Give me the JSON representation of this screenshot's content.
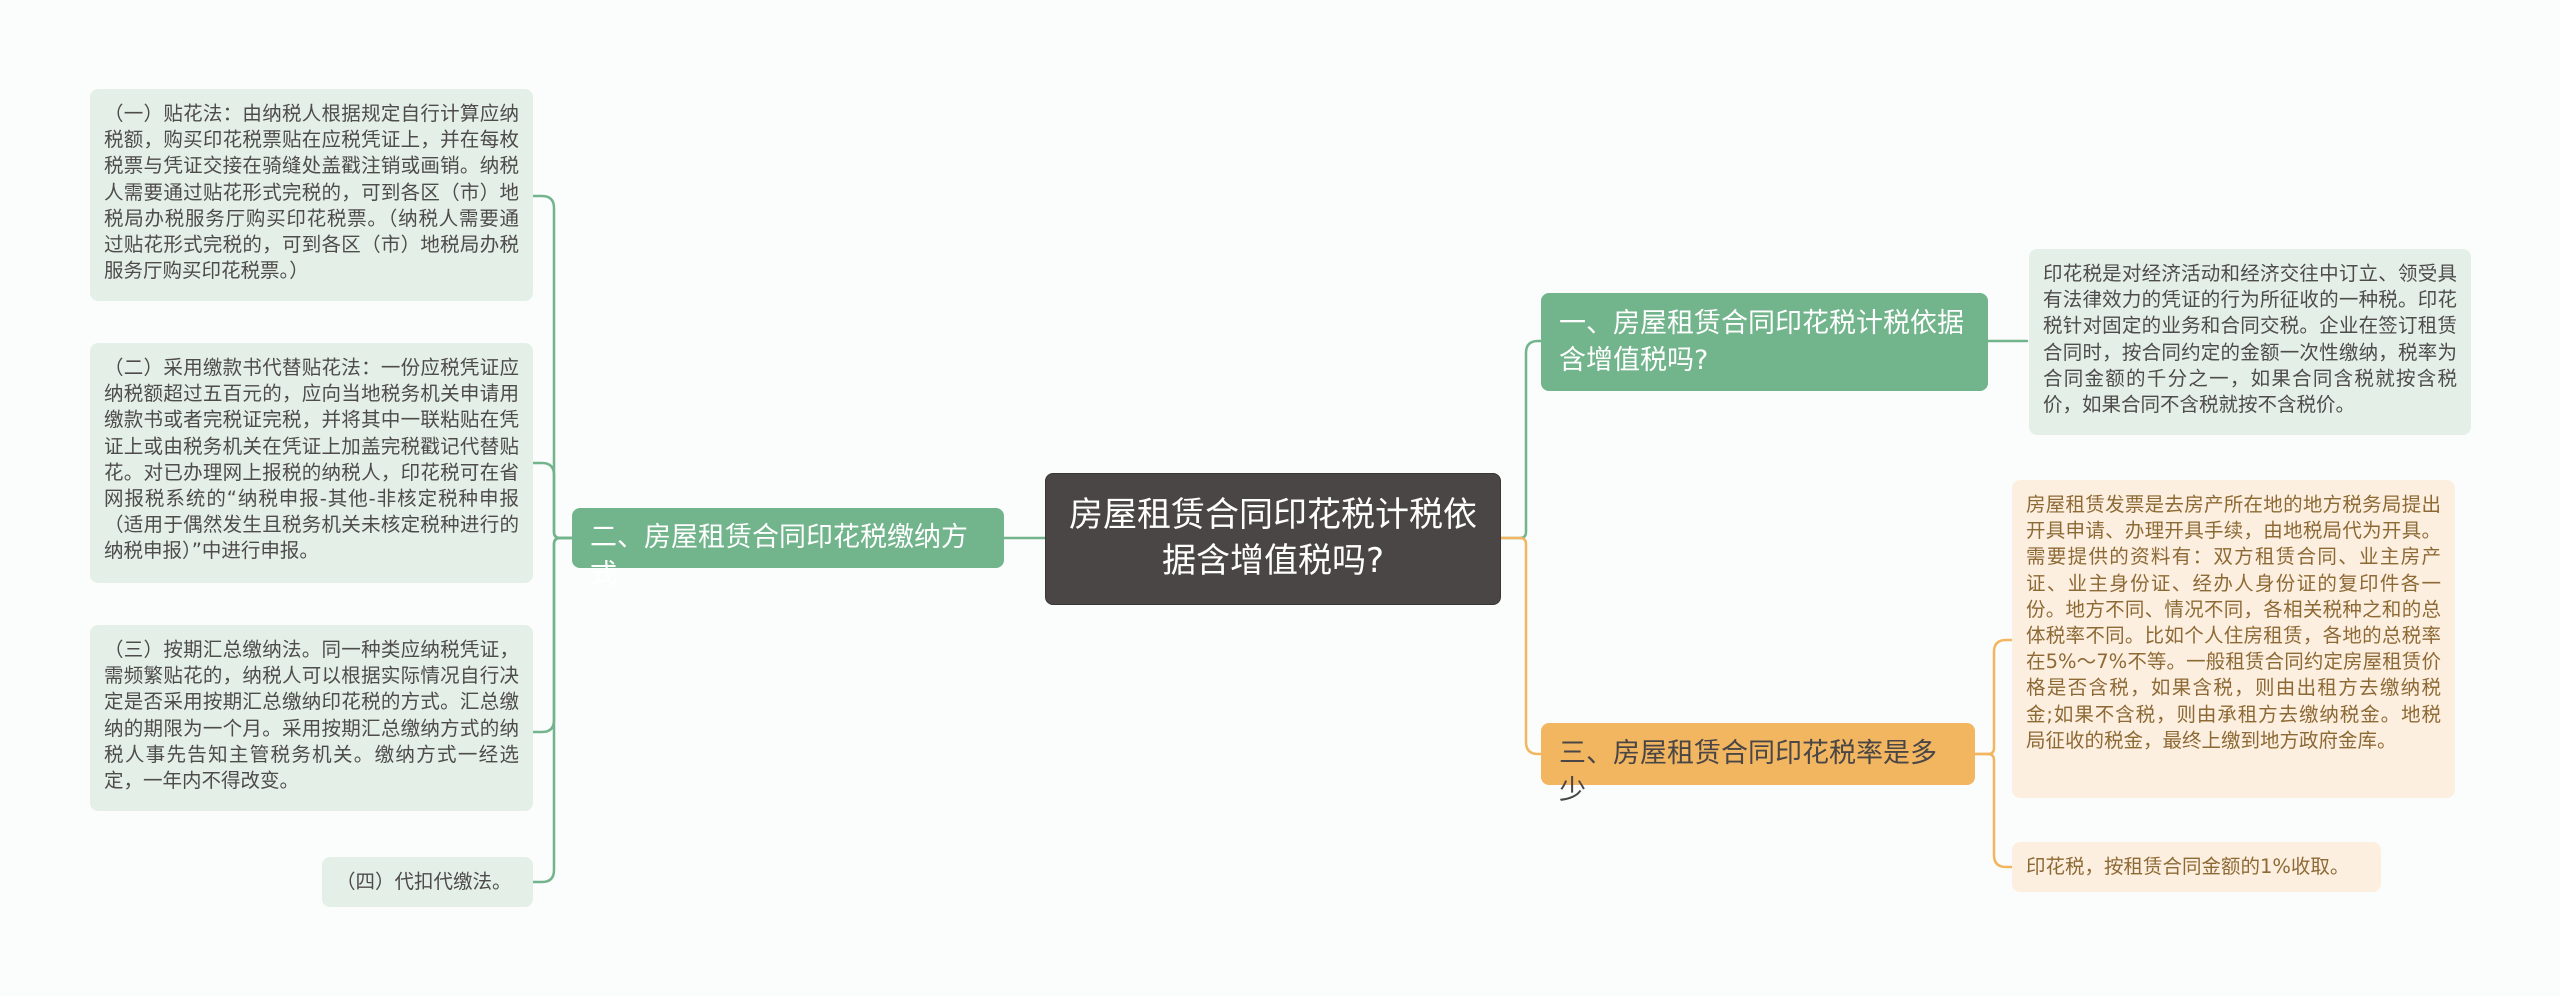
{
  "root": {
    "text": "房屋租赁合同印花税计税依据含增值税吗?"
  },
  "branches": [
    {
      "label": "一、房屋租赁合同印花税计税依据含增值税吗?",
      "leaves": [
        "印花税是对经济活动和经济交往中订立、领受具有法律效力的凭证的行为所征收的一种税。印花税针对固定的业务和合同交税。企业在签订租赁合同时，按合同约定的金额一次性缴纳，税率为合同金额的千分之一，如果合同含税就按含税价，如果合同不含税就按不含税价。"
      ]
    },
    {
      "label": "二、房屋租赁合同印花税缴纳方式",
      "leaves": [
        "（一）贴花法：由纳税人根据规定自行计算应纳税额，购买印花税票贴在应税凭证上，并在每枚税票与凭证交接在骑缝处盖戳注销或画销。纳税人需要通过贴花形式完税的，可到各区（市）地税局办税服务厅购买印花税票。（纳税人需要通过贴花形式完税的，可到各区（市）地税局办税服务厅购买印花税票。）",
        "（二）采用缴款书代替贴花法：一份应税凭证应纳税额超过五百元的，应向当地税务机关申请用缴款书或者完税证完税，并将其中一联粘贴在凭证上或由税务机关在凭证上加盖完税戳记代替贴花。对已办理网上报税的纳税人，印花税可在省网报税系统的“纳税申报-其他-非核定税种申报（适用于偶然发生且税务机关未核定税种进行的纳税申报）”中进行申报。",
        "（三）按期汇总缴纳法。同一种类应纳税凭证，需频繁贴花的，纳税人可以根据实际情况自行决定是否采用按期汇总缴纳印花税的方式。汇总缴纳的期限为一个月。采用按期汇总缴纳方式的纳税人事先告知主管税务机关。缴纳方式一经选定，一年内不得改变。",
        "（四）代扣代缴法。"
      ]
    },
    {
      "label": "三、房屋租赁合同印花税率是多少",
      "leaves": [
        "房屋租赁发票是去房产所在地的地方税务局提出开具申请、办理开具手续，由地税局代为开具。需要提供的资料有：双方租赁合同、业主房产证、业主身份证、经办人身份证的复印件各一份。地方不同、情况不同，各相关税种之和的总体税率不同。比如个人住房租赁，各地的总税率在5%～7%不等。一般租赁合同约定房屋租赁价格是否含税，如果含税，则由出租方去缴纳税金;如果不含税，则由承租方去缴纳税金。地税局征收的税金，最终上缴到地方政府金库。",
        "印花税，按租赁合同金额的1%收取。"
      ]
    }
  ],
  "colors": {
    "root_bg": "#4a4646",
    "green_branch": "#72b48b",
    "green_leaf": "#e4f0e7",
    "orange_branch": "#f2b660",
    "orange_leaf": "#fdefe0"
  }
}
